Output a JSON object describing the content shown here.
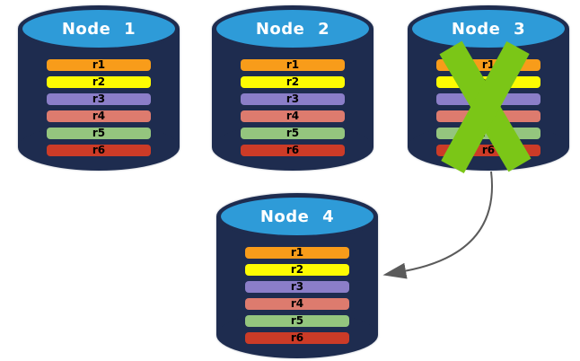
{
  "colors": {
    "cylinder_body": "#1E2C4F",
    "cylinder_top": "#2E9BD8",
    "title_text": "#FFFFFF",
    "bar_text": "#000000",
    "failure_x": "#7BC617",
    "arrow": "#5B5B5B"
  },
  "nodes": [
    {
      "label": "Node 1",
      "failed": false,
      "rows": [
        {
          "label": "r1",
          "color": "#F89C1A"
        },
        {
          "label": "r2",
          "color": "#FDFB02"
        },
        {
          "label": "r3",
          "color": "#8B7EC8"
        },
        {
          "label": "r4",
          "color": "#DD7B6E"
        },
        {
          "label": "r5",
          "color": "#94C57E"
        },
        {
          "label": "r6",
          "color": "#CC3B27"
        }
      ]
    },
    {
      "label": "Node 2",
      "failed": false,
      "rows": [
        {
          "label": "r1",
          "color": "#F89C1A"
        },
        {
          "label": "r2",
          "color": "#FDFB02"
        },
        {
          "label": "r3",
          "color": "#8B7EC8"
        },
        {
          "label": "r4",
          "color": "#DD7B6E"
        },
        {
          "label": "r5",
          "color": "#94C57E"
        },
        {
          "label": "r6",
          "color": "#CC3B27"
        }
      ]
    },
    {
      "label": "Node 3",
      "failed": true,
      "rows": [
        {
          "label": "r1",
          "color": "#F89C1A"
        },
        {
          "label": "r2",
          "color": "#FDFB02"
        },
        {
          "label": "r3",
          "color": "#8B7EC8"
        },
        {
          "label": "r4",
          "color": "#DD7B6E"
        },
        {
          "label": "r5",
          "color": "#94C57E"
        },
        {
          "label": "r6",
          "color": "#CC3B27"
        }
      ]
    },
    {
      "label": "Node 4",
      "failed": false,
      "rows": [
        {
          "label": "r1",
          "color": "#F89C1A"
        },
        {
          "label": "r2",
          "color": "#FDFB02"
        },
        {
          "label": "r3",
          "color": "#8B7EC8"
        },
        {
          "label": "r4",
          "color": "#DD7B6E"
        },
        {
          "label": "r5",
          "color": "#94C57E"
        },
        {
          "label": "r6",
          "color": "#CC3B27"
        }
      ]
    }
  ],
  "arrow": {
    "from": "Node 3",
    "to": "Node 4"
  }
}
